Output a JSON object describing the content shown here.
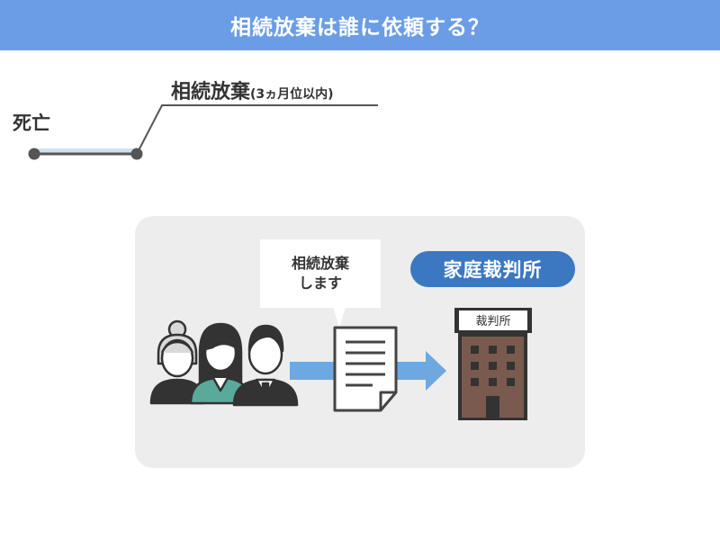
{
  "header": {
    "title": "相続放棄は誰に依頼する？"
  },
  "timeline": {
    "death_label": "死亡",
    "renounce_label": "相続放棄",
    "renounce_note": "(3ヵ月位以内)"
  },
  "scene": {
    "bubble_line1": "相続放棄",
    "bubble_line2": "します",
    "court_label": "家庭裁判所",
    "building_sign": "裁判所"
  },
  "colors": {
    "header_bg": "#6b9de6",
    "arrow": "#6ea8e0",
    "pill": "#3c77c2",
    "building": "#7a5a4e",
    "panel": "#ededed"
  }
}
